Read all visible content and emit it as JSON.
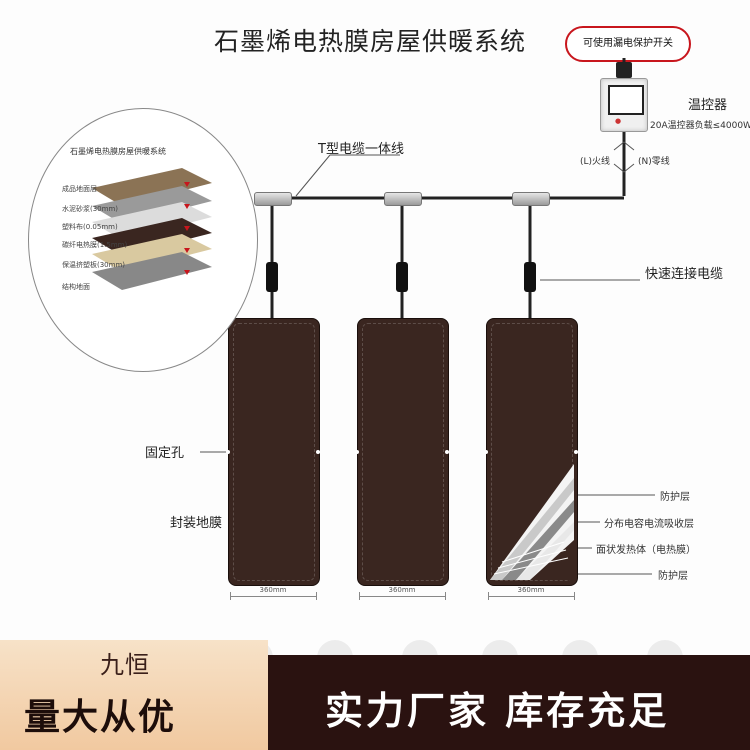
{
  "diagram": {
    "title": "石墨烯电热膜房屋供暖系统",
    "switch_label": "可使用漏电保护开关",
    "thermostat_label": "温控器",
    "thermostat_spec": "20A温控器负载≤4000W",
    "live_wire": "(L)火线",
    "neutral_wire": "(N)零线",
    "cable_label": "T型电缆一体线",
    "quick_connect": "快速连接电缆",
    "fix_hole": "固定孔",
    "sealed_film": "封装地膜",
    "layers": [
      "防护层",
      "分布电容电流吸收层",
      "面状发热体（电热膜）",
      "防护层"
    ],
    "panel_width": "360mm",
    "inset": {
      "title": "石墨烯电热膜房屋供暖系统",
      "layer_labels": [
        "成品地面层",
        "水泥砂浆(30mm)",
        "塑料布(0.05mm)",
        "碳纤电热膜(1.5mm)",
        "保温挤塑板(30mm)",
        "结构地面"
      ]
    }
  },
  "banner": {
    "brand": "九恒",
    "left_slogan": "量大从优",
    "right_slogan": "实力厂家 库存充足"
  },
  "colors": {
    "panel": "#3a2620",
    "switch_border": "#c8161d",
    "banner_dark": "#2a1210",
    "banner_light": "#f1c9a0"
  }
}
